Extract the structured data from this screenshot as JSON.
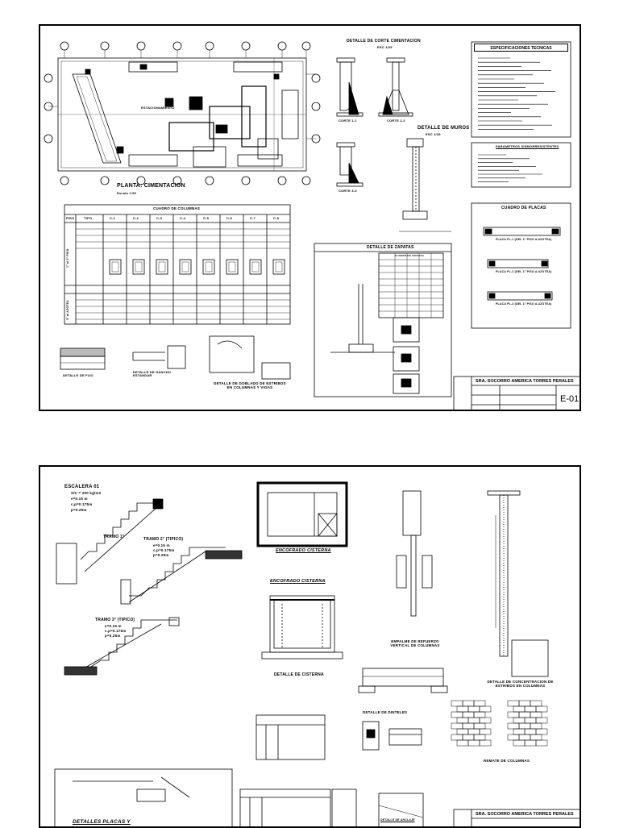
{
  "sheet1": {
    "plan_title": "PLANTA: CIMENTACION",
    "plan_scale": "Escala 1:50",
    "plan_room": "ESTACIONAMIENTO",
    "corte_title": "DETALLE DE CORTE CIMENTACION",
    "corte_scale": "ESC 1/25",
    "cut_labels": [
      "CORTE 1-1",
      "CORTE 2-2",
      "CORTE 3-3"
    ],
    "muros_title": "DETALLE DE MUROS",
    "muros_scale": "ESC 1/25",
    "specs_title": "ESPECIFICACIONES TECNICAS",
    "params_title": "PARAMETROS SISMORRESISTENTES",
    "placas_title": "CUADRO DE PLACAS",
    "placas": [
      "PLACA PL-1 (DEL 1° PISO A AZOTEA)",
      "PLACA PL-2 (DEL 1° PISO A AZOTEA)",
      "PLACA PL-3 (DEL 1° PISO A AZOTEA)"
    ],
    "columns_title": "CUADRO DE COLUMNAS",
    "columns_head": [
      "PISO",
      "TIPO",
      "C-1",
      "C-2",
      "C-3",
      "C-4",
      "C-5",
      "C-6",
      "C-7",
      "C-8"
    ],
    "columns_floor_a": "1° al 2° PISO",
    "columns_floor_b": "3° al AZOTEA",
    "zapatas_title": "DETALLE DE ZAPATAS",
    "zapatas_table_title": "CUADRO DE ZAPATAS",
    "piso_title": "DETALLE DE FIJO",
    "gancho_title": "DETALLE DE GANCHO ESTANDAR",
    "doblado_title": "DETALLE DE DOBLADO DE ESTRIBOS EN COLUMNAS Y VIGAS",
    "owner": "SRA. SOCORRO AMERICA TORRES PERALES",
    "sheet_no": "E-01"
  },
  "sheet2": {
    "escalera_title": "ESCALERA 01",
    "escalera_specs": [
      "S/C = 200 kg/m2",
      "e=0.15 m",
      "c.p=0.175m",
      "p=0.25m"
    ],
    "tramo1": "TRAMO 1°",
    "tramo2": "TRAMO 2° (TIPICO)",
    "tramo2_specs": [
      "e=0.15 m",
      "c.p=0.175m",
      "p=0.25m"
    ],
    "tramo3": "TRAMO 3° (TIPICO)",
    "tramo3_specs": [
      "e=0.15 m",
      "c.p=0.175m",
      "p=0.25m"
    ],
    "encofrado_title": "ENCOFRADO CISTERNA",
    "encofrado2_title": "ENCOFRADO CISTERNA",
    "cisterna_title": "DETALLE DE CISTERNA",
    "empalme_title": "EMPALME DE REFUERZO VERTICAL DE COLUMNAS",
    "concentracion_title": "DETALLE DE CONCENTRACION DE ESTRIBOS EN COLUMNAS",
    "dinteles_title": "DETALLE DE DINTELES",
    "remate_title": "REMATE DE COLUMNAS",
    "placas_title": "DETALLES PLACAS Y",
    "anclaje_title": "DETALLE DE ANCLAJE",
    "owner": "SRA. SOCORRO AMERICA TORRES PERALES"
  }
}
